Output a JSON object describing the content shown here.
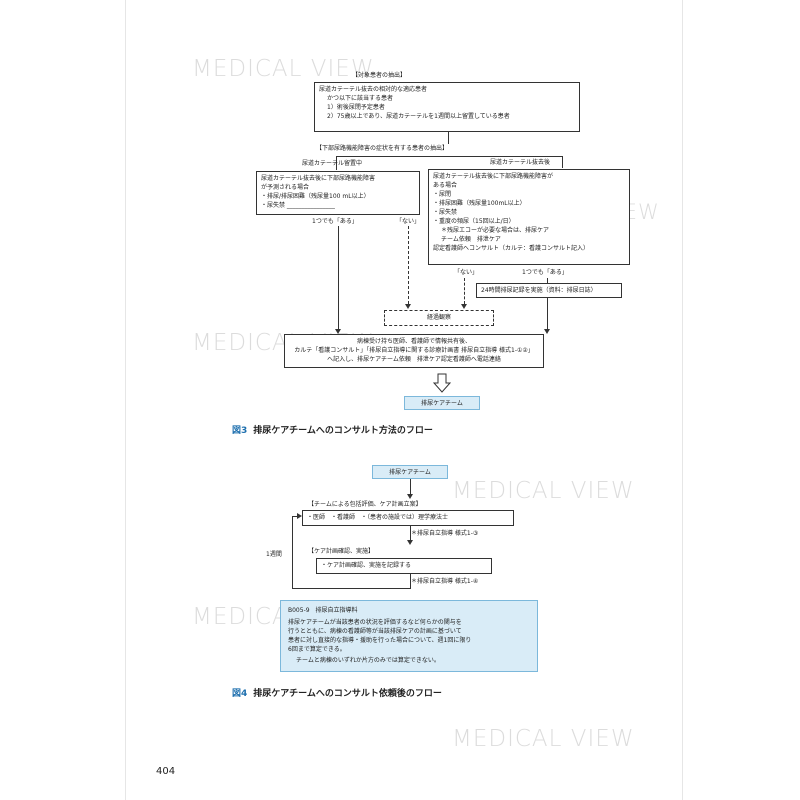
{
  "watermark": "MEDICAL VIEW",
  "page_number": "404",
  "fig3": {
    "caption_num": "図3",
    "caption": "排尿ケアチームへのコンサルト方法のフロー",
    "top_label": "【対象患者の抽出】",
    "top_box": [
      "尿道カテーテル抜去の相対的な適応患者",
      "かつ以下に該当する患者",
      "1）術後尿閉予定患者",
      "2）75歳以上であり、尿道カテーテルを1週間以上留置している患者"
    ],
    "second_label": "【下部尿路機能障害の症状を有する患者の抽出】",
    "left_col_label": "尿道カテーテル留置中",
    "right_col_label": "尿道カテーテル抜去後",
    "left_box": [
      "尿道カテーテル抜去後に下部尿路機能障害",
      "が予測される場合",
      "・排尿/排尿困難（残尿量100 mL以上）",
      "・尿失禁 ________________"
    ],
    "right_box": [
      "尿道カテーテル抜去後に下部尿路機能障害が",
      "ある場合",
      "・尿閉",
      "・排尿困難（残尿量100mL以上）",
      "・尿失禁",
      "・重度の頻尿（15回以上/日）",
      "＊残尿エコーが必要な場合は、排尿ケア",
      "チーム依頼　排泄ケア",
      "認定看護師へコンサルト（カルテ：看護コンサルト記入）"
    ],
    "left_yes": "1つでも「ある」",
    "left_no": "「ない」",
    "right_no": "「ない」",
    "right_yes": "1つでも「ある」",
    "bladder_box": "24時間排尿記録を実施（資料：排尿日誌）",
    "observe_box": "経過観察",
    "process_box": [
      "病棟受け持ち医師、看護師で情報共有後、",
      "カルテ「看護コンサルト」「排尿自立指導に関する診療計画書 排尿自立指導 様式1-①②」",
      "へ記入し、排尿ケアチーム依頼　排泄ケア認定看護師へ電話連絡"
    ],
    "team_box": "排尿ケアチーム"
  },
  "fig4": {
    "caption_num": "図4",
    "caption": "排尿ケアチームへのコンサルト依頼後のフロー",
    "team_box": "排尿ケアチーム",
    "eval_label": "【チームによる包括評価、ケア計画立案】",
    "eval_box": "・医師　・看護師　・（患者の施設では）理学療法士",
    "eval_note": "＊排尿自立指導 様式1-③",
    "plan_label": "【ケア計画確認、実施】",
    "plan_box": "・ケア計画確認、実施を記録する",
    "plan_note": "＊排尿自立指導 様式1-④",
    "loop_label": "1週間",
    "info_title": "B005-9　排尿自立指導料",
    "info_body": [
      "排尿ケアチームが当該患者の状況を評価するなど何らかの関与を",
      "行うとともに、病棟の看護師等が当該排尿ケアの計画に基づいて",
      "患者に対し直接的な指導・援助を行った場合について、週1回に限り",
      "6回まで算定できる。"
    ],
    "info_note": "チームと病棟のいずれか片方のみでは算定できない。"
  }
}
